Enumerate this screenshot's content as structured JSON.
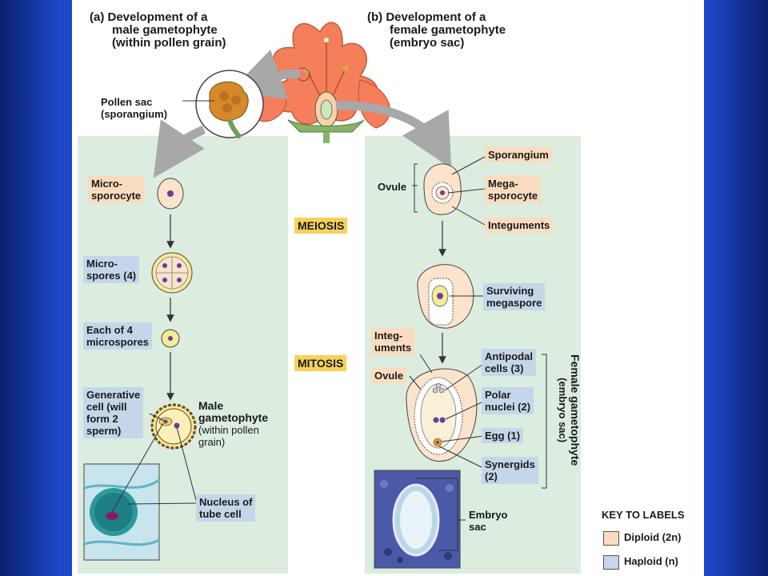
{
  "male_panel": {
    "heading": [
      "(a) Development of a",
      "male gametophyte",
      "(within pollen grain)"
    ],
    "pollen_sac": [
      "Pollen sac",
      "(sporangium)"
    ],
    "microsporocyte": [
      "Micro-",
      "sporocyte"
    ],
    "microspores": [
      "Micro-",
      "spores (4)"
    ],
    "each_microspore": [
      "Each of 4",
      "microspores"
    ],
    "generative_cell": [
      "Generative",
      "cell (will",
      "form 2",
      "sperm)"
    ],
    "male_gametophyte": [
      "Male",
      "gametophyte",
      "(within pollen",
      "grain)"
    ],
    "tube_nucleus": [
      "Nucleus of",
      "tube cell"
    ]
  },
  "female_panel": {
    "heading": [
      "(b) Development of a",
      "female gametophyte",
      "(embryo sac)"
    ],
    "ovule_top": "Ovule",
    "sporangium": "Sporangium",
    "megasporocyte": [
      "Mega-",
      "sporocyte"
    ],
    "integuments_top": "Integuments",
    "surviving_megaspore": [
      "Surviving",
      "megaspore"
    ],
    "integuments_mid": [
      "Integ-",
      "uments"
    ],
    "ovule_mid": "Ovule",
    "antipodal": [
      "Antipodal",
      "cells (3)"
    ],
    "polar_nuclei": [
      "Polar",
      "nuclei (2)"
    ],
    "egg": "Egg (1)",
    "synergids": [
      "Synergids",
      "(2)"
    ],
    "female_gametophyte_vertical": [
      "Female gametophyte",
      "(embryo sac)"
    ],
    "embryo_sac": [
      "Embryo",
      "sac"
    ]
  },
  "stages": {
    "meiosis": "MEIOSIS",
    "mitosis": "MITOSIS"
  },
  "key": {
    "title": "KEY TO LABELS",
    "diploid": "Diploid (2n)",
    "haploid": "Haploid (n)",
    "diploid_color": "#f9dcbf",
    "haploid_color": "#c6d6ea"
  },
  "colors": {
    "panel_bg": "#dcecde",
    "petal": "#f47f5a",
    "pollen_sac": "#d58a2a",
    "ovule_tissue": "#fbe3cc",
    "nucleus": "#6b3d99",
    "cell_yellow": "#f5ea98"
  }
}
